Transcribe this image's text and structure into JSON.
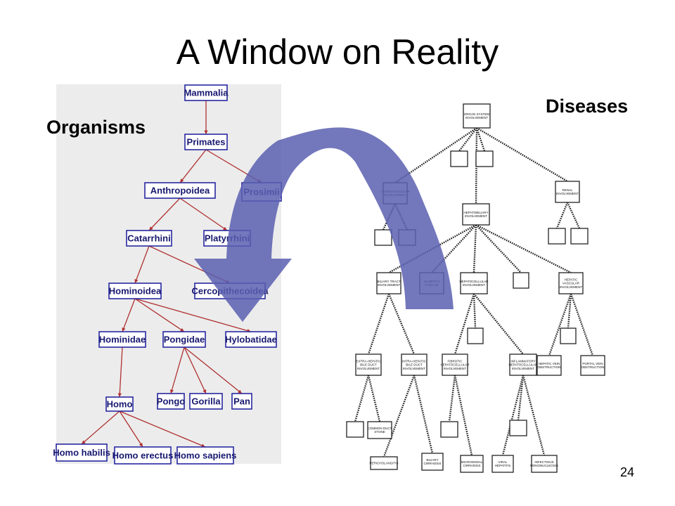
{
  "title": "A Window on Reality",
  "organisms_label": "Organisms",
  "diseases_label": "Diseases",
  "page_number": "24",
  "colors": {
    "arrow": "#5a5fb0",
    "taxonomy_text": "#181870",
    "taxonomy_edge": "#b03030",
    "taxonomy_panel": "#ececec"
  },
  "taxonomy": {
    "nodes": {
      "mammalia": "Mammalia",
      "primates": "Primates",
      "anthropoidea": "Anthropoidea",
      "prosimii": "Prosimii",
      "catarrhini": "Catarrhini",
      "platyrrhini": "Platyrrhini",
      "hominoidea": "Hominoidea",
      "cercopithecoidea": "Cercopithecoidea",
      "hominidae": "Hominidae",
      "pongidae": "Pongidae",
      "hylobatidae": "Hylobatidae",
      "homo": "Homo",
      "pongo": "Pongo",
      "gorilla": "Gorilla",
      "pan": "Pan",
      "homo_habilis": "Homo habilis",
      "homo_erectus": "Homo erectus",
      "homo_sapiens": "Homo sapiens"
    }
  },
  "disease_tree": {
    "nodes": {
      "root": [
        "ORGAN SYSTEM",
        "INVOLVEMENT"
      ],
      "cardio": [
        "CARDIOVASCULAR",
        "INVOLVEMENT"
      ],
      "renal": [
        "RENAL",
        "INVOLVEMENT"
      ],
      "hepatobiliary": [
        "HEPATOBILIARY",
        "INVOLVEMENT"
      ],
      "biliary": [
        "BILIARY TRACT",
        "INVOLVEMENT"
      ],
      "gilbert": [
        "GILBERT'S",
        "DISEASE"
      ],
      "hepatocellular": [
        "HEPATOCELLULAR",
        "INVOLVEMENT"
      ],
      "hepvasc": [
        "HEPATIC",
        "VASCULAR",
        "INVOLVEMENT"
      ],
      "extrahep": [
        "EXTRA-HEPATIC",
        "BILE DUCT",
        "INVOLVEMENT"
      ],
      "intrahep": [
        "INTRA-HEPATIC",
        "BILE DUCT",
        "INVOLVEMENT"
      ],
      "fibrotic": [
        "FIBROTIC",
        "HEPATOCELLULAR",
        "INVOLVEMENT"
      ],
      "inflammatory": [
        "INFLAMMATORY",
        "HEPATOCELLULAR",
        "INVOLVEMENT"
      ],
      "hepvein": [
        "HEPATIC VEIN",
        "OBSTRUCTION"
      ],
      "portal": [
        "PORTAL VEIN",
        "OBSTRUCTION"
      ],
      "cbd": [
        "COMMON DUCT",
        "STONE"
      ],
      "pericholangitis": [
        "PERICHOLANGITIS"
      ],
      "biliarycirr": [
        "BILIARY",
        "CIRRHOSIS"
      ],
      "micronod": [
        "MICRONODAL",
        "CIRRHOSIS"
      ],
      "viral": [
        "VIRAL",
        "HEPATITIS"
      ],
      "mono": [
        "INFECTIOUS",
        "MONONUCLEOSIS"
      ]
    }
  }
}
